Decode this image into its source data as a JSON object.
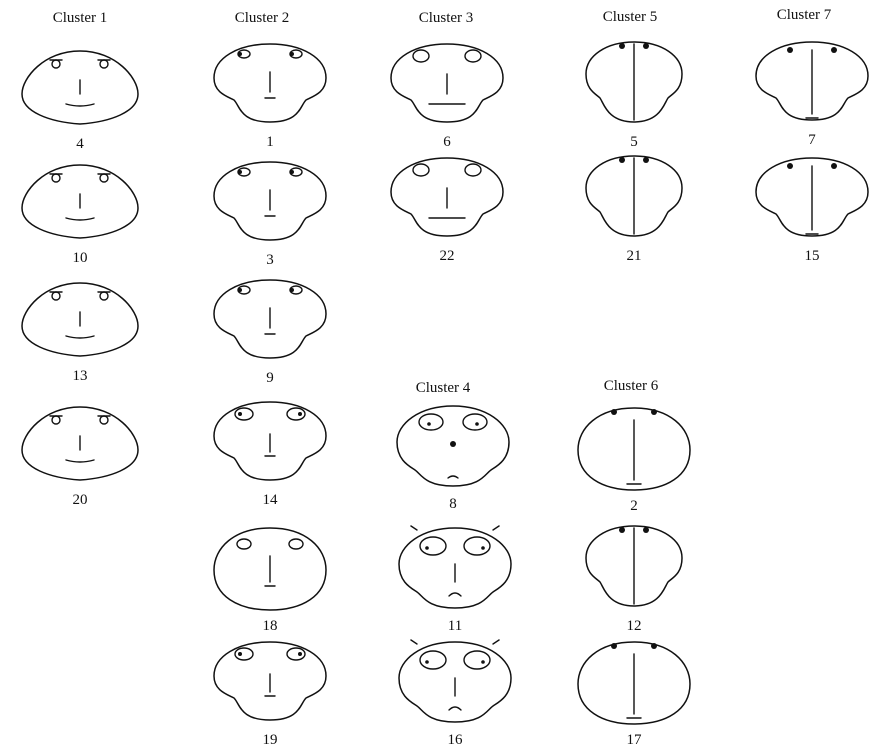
{
  "clusters": [
    {
      "label": "Cluster 1"
    },
    {
      "label": "Cluster 2"
    },
    {
      "label": "Cluster 3"
    },
    {
      "label": "Cluster 5"
    },
    {
      "label": "Cluster 7"
    },
    {
      "label": "Cluster 4"
    },
    {
      "label": "Cluster 6"
    }
  ],
  "faces": [
    {
      "label": "4",
      "cluster": "Cluster 1",
      "style": "round-small-eyes"
    },
    {
      "label": "10",
      "cluster": "Cluster 1",
      "style": "round-small-eyes"
    },
    {
      "label": "13",
      "cluster": "Cluster 1",
      "style": "round-small-eyes"
    },
    {
      "label": "20",
      "cluster": "Cluster 1",
      "style": "round-small-eyes"
    },
    {
      "label": "1",
      "cluster": "Cluster 2",
      "style": "jowled-medium-eyes"
    },
    {
      "label": "3",
      "cluster": "Cluster 2",
      "style": "jowled-medium-eyes"
    },
    {
      "label": "9",
      "cluster": "Cluster 2",
      "style": "jowled-medium-eyes"
    },
    {
      "label": "14",
      "cluster": "Cluster 2",
      "style": "jowled-large-eyes"
    },
    {
      "label": "18",
      "cluster": "Cluster 2",
      "style": "egg-medium-eyes"
    },
    {
      "label": "19",
      "cluster": "Cluster 2",
      "style": "jowled-large-eyes"
    },
    {
      "label": "6",
      "cluster": "Cluster 3",
      "style": "jowled-wide-mouth"
    },
    {
      "label": "22",
      "cluster": "Cluster 3",
      "style": "jowled-wide-mouth"
    },
    {
      "label": "5",
      "cluster": "Cluster 5",
      "style": "narrow-long-nose"
    },
    {
      "label": "21",
      "cluster": "Cluster 5",
      "style": "narrow-long-nose"
    },
    {
      "label": "7",
      "cluster": "Cluster 7",
      "style": "jowled-long-nose"
    },
    {
      "label": "15",
      "cluster": "Cluster 7",
      "style": "jowled-long-nose"
    },
    {
      "label": "8",
      "cluster": "Cluster 4",
      "style": "big-eyes"
    },
    {
      "label": "11",
      "cluster": "Cluster 4",
      "style": "big-eyes-brows"
    },
    {
      "label": "16",
      "cluster": "Cluster 4",
      "style": "big-eyes-brows"
    },
    {
      "label": "2",
      "cluster": "Cluster 6",
      "style": "egg-long-nose"
    },
    {
      "label": "12",
      "cluster": "Cluster 6",
      "style": "narrow-long-nose"
    },
    {
      "label": "17",
      "cluster": "Cluster 6",
      "style": "egg-long-nose"
    }
  ]
}
